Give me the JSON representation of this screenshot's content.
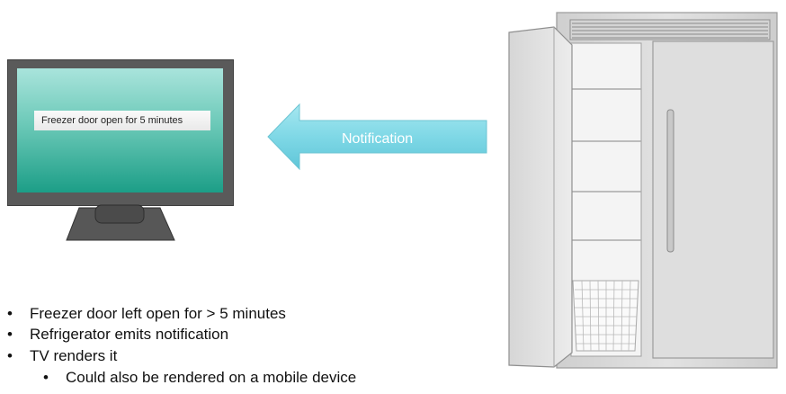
{
  "tv": {
    "popup_text": "Freezer door open for 5 minutes"
  },
  "arrow": {
    "label": "Notification",
    "color": "#7fd8e6"
  },
  "bullets": [
    {
      "marker": "•",
      "text": "Freezer door left open for > 5 minutes"
    },
    {
      "marker": "•",
      "text": "Refrigerator  emits notification"
    },
    {
      "marker": "•",
      "text": "TV renders it"
    },
    {
      "marker": "•",
      "text": "Could also be rendered on a mobile device"
    }
  ],
  "colors": {
    "screen_top": "#a9e4dc",
    "screen_bottom": "#1c9e87",
    "monitor_frame": "#5a5a5a",
    "fridge_body": "#d9d9d9"
  }
}
